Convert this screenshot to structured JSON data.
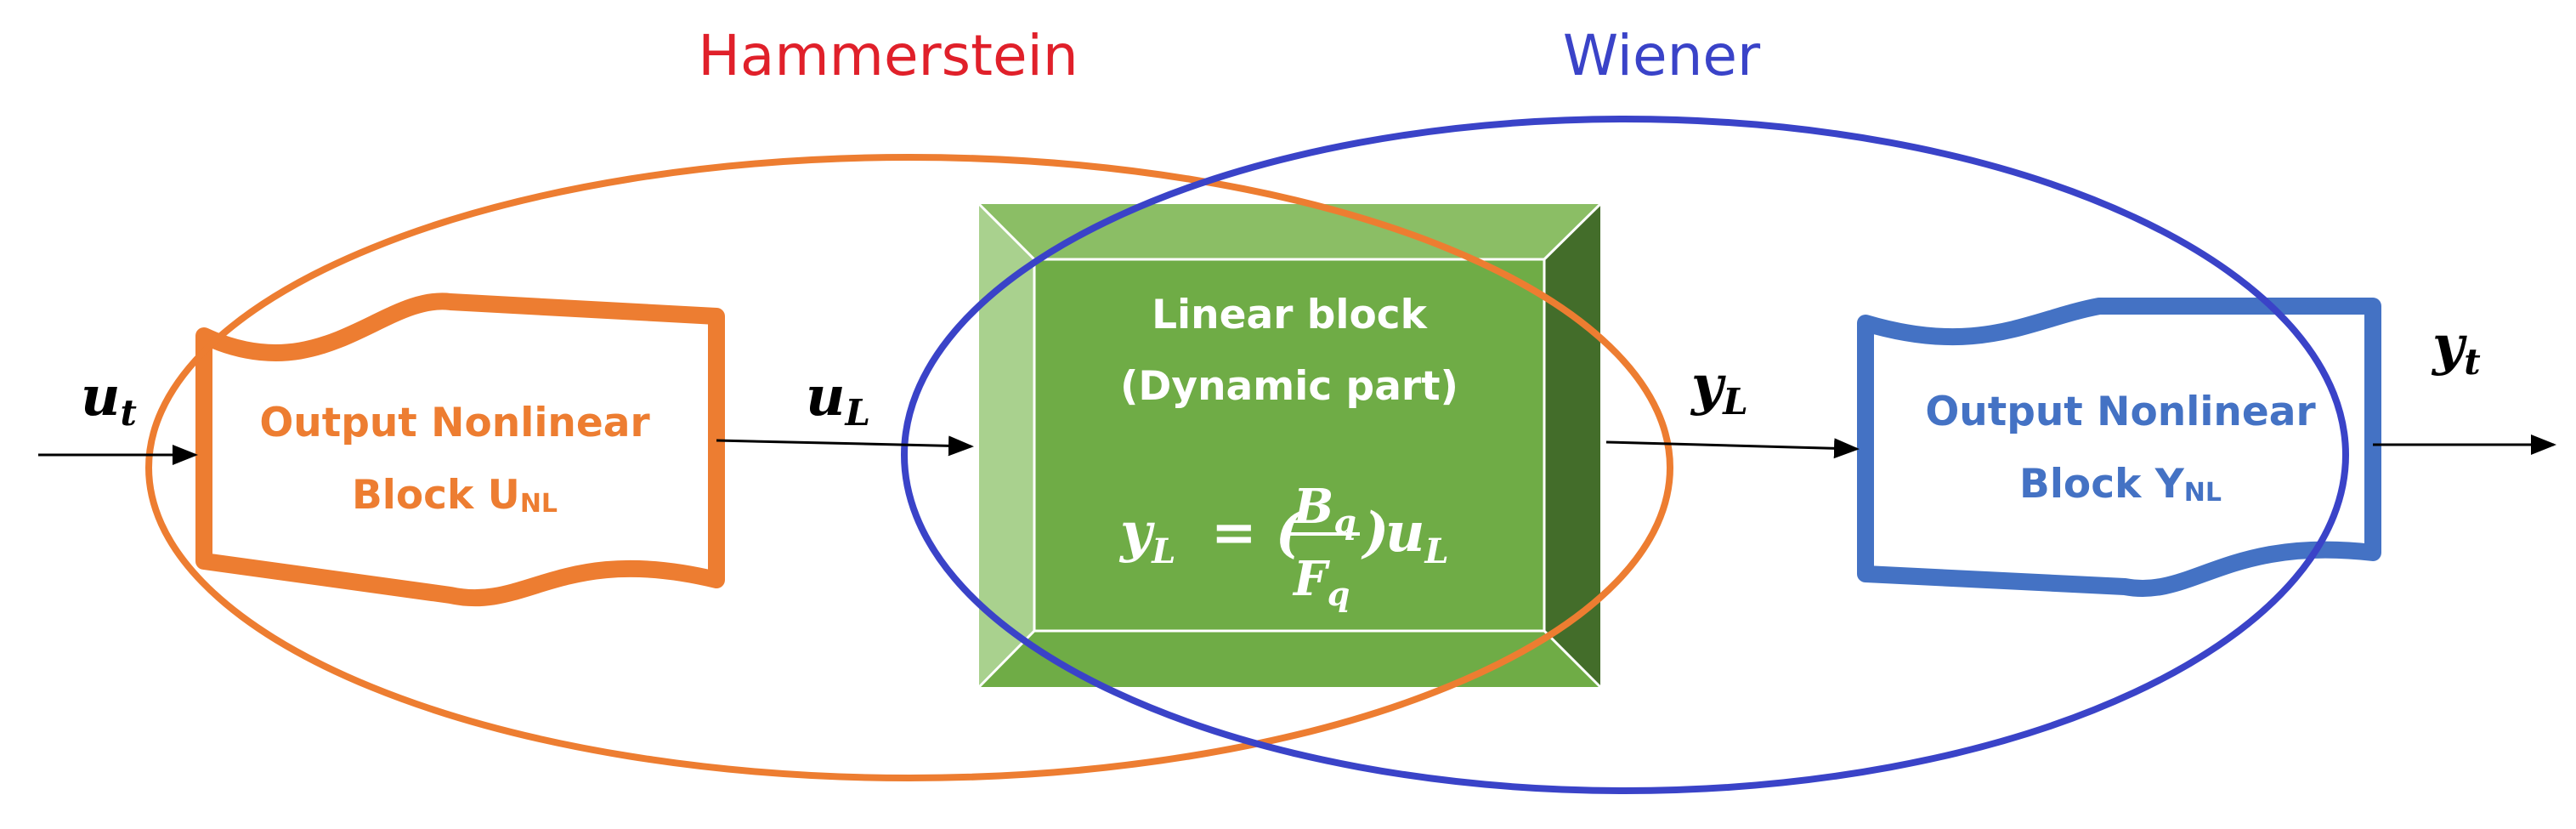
{
  "titles": {
    "hammerstein": "Hammerstein",
    "wiener": "Wiener"
  },
  "blocks": {
    "input_nonlinear": {
      "line1": "Output Nonlinear",
      "line2_main": "Block U",
      "line2_sub": "NL"
    },
    "linear": {
      "line1": "Linear block",
      "line2": "(Dynamic part)"
    },
    "output_nonlinear": {
      "line1": "Output Nonlinear",
      "line2_main": "Block Y",
      "line2_sub": "NL"
    }
  },
  "equation": {
    "lhs_main": "y",
    "lhs_sub": "L",
    "equals": "= (",
    "num_main": "B",
    "num_sub": "q",
    "den_main": "F",
    "den_sub": "q",
    "close": ")",
    "rhs_main": "u",
    "rhs_sub": "L"
  },
  "signals": {
    "u_t": {
      "main": "u",
      "sub": "t"
    },
    "u_L": {
      "main": "u",
      "sub": "L"
    },
    "y_L": {
      "main": "y",
      "sub": "L"
    },
    "y_t": {
      "main": "y",
      "sub": "t"
    }
  },
  "colors": {
    "hammerstein": "#ED7D31",
    "hammerstein_title": "#E0202A",
    "wiener": "#3A43C8",
    "output_block": "#4472C4",
    "green_face": "#6FAC46",
    "green_light": "#A9D18E",
    "green_top": "#8BBE65",
    "green_dark": "#436D2A",
    "arrow": "#000000",
    "white": "#FFFFFF"
  }
}
